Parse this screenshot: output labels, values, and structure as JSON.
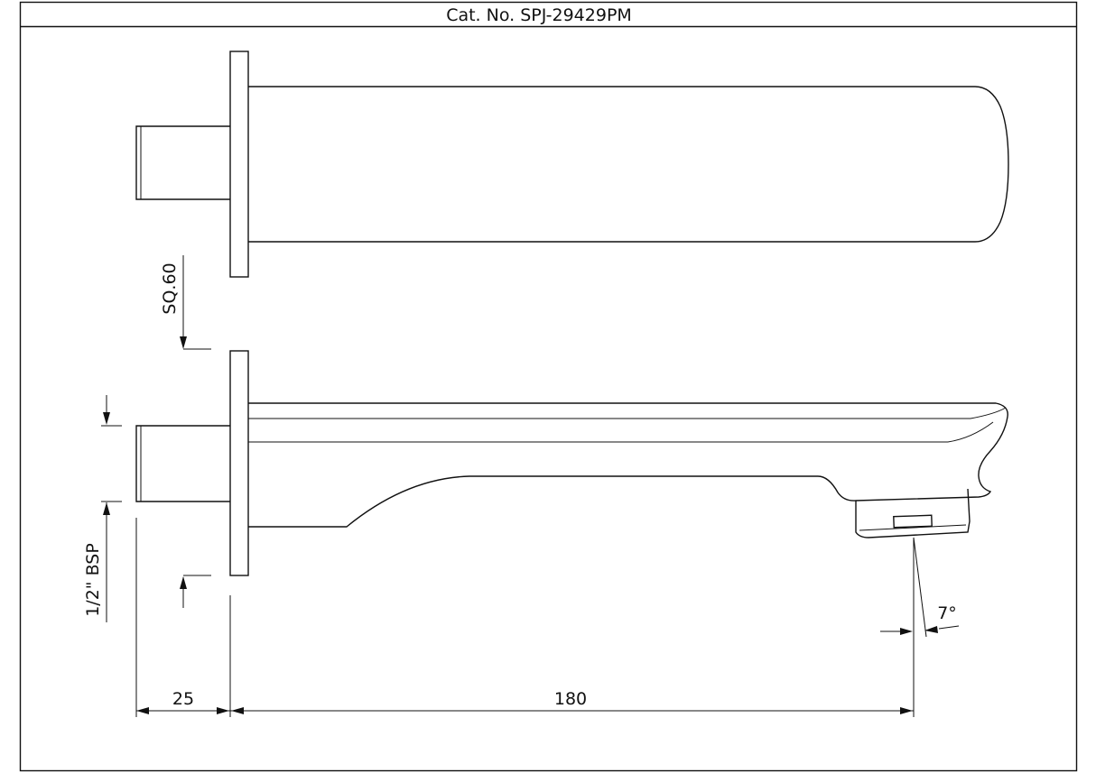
{
  "drawing": {
    "catalog_number": "Cat. No. SPJ-29429PM"
  },
  "dimensions": {
    "square_flange": "SQ.60",
    "thread": "1/2\" BSP",
    "inlet_length": "25",
    "spout_length": "180",
    "angle": "7°"
  }
}
